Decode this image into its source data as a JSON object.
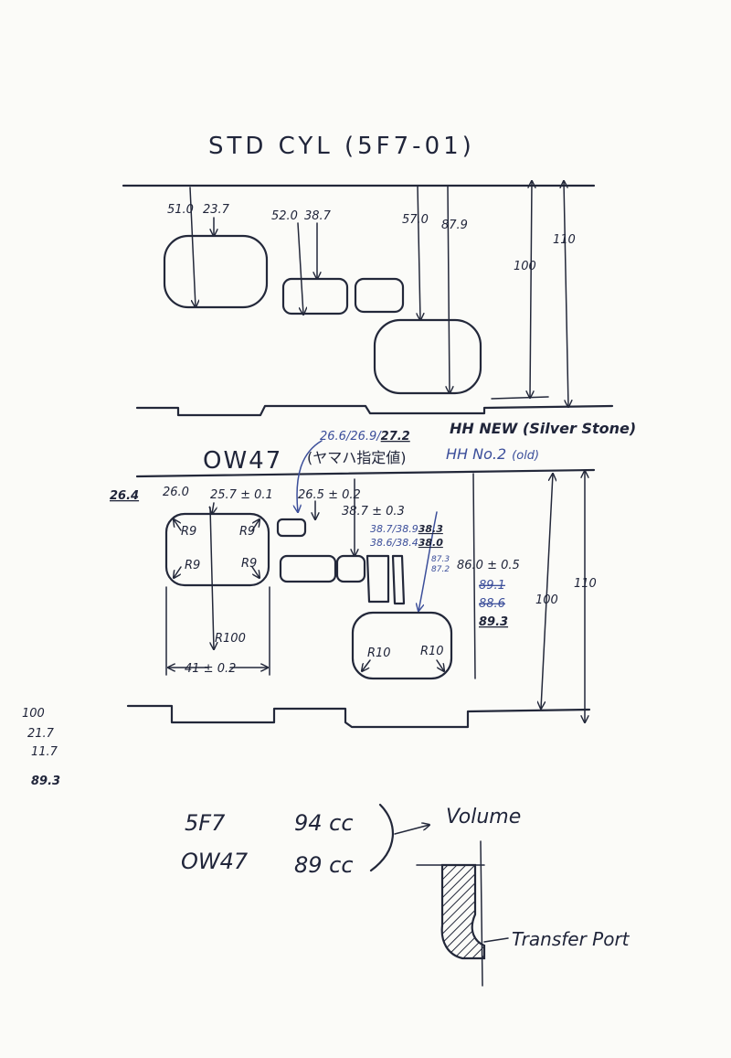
{
  "std": {
    "title": "STD CYL (5F7-01)",
    "dims": {
      "d1": "51.0",
      "d2": "23.7",
      "d3": "52.0",
      "d4": "38.7",
      "d5": "57.0",
      "d6": "87.9",
      "h100": "100",
      "h110": "110"
    }
  },
  "ow": {
    "title": "OW47",
    "note": "(ヤマハ指定値)",
    "hh_vals": "26.6/26.9/",
    "hh_bold": "27.2",
    "hh_new": "HH NEW (Silver Stone)",
    "hh_no2": "HH No.2",
    "hh_no2_sub": "(old)",
    "dims": {
      "v264": "26.4",
      "v260": "26.0",
      "v257": "25.7 ± 0.1",
      "v265": "26.5 ± 0.2",
      "v387": "38.7 ± 0.3",
      "b1": "38.7/38.9",
      "b1b": "38.3",
      "b2": "38.6/38.4",
      "b2b": "38.0",
      "s1": "87.3",
      "s2": "87.2",
      "v860": "86.0 ± 0.5",
      "v891": "89.1",
      "v886": "88.6",
      "v893": "89.3",
      "r9": "R9",
      "r100": "R100",
      "r10": "R10",
      "w41": "41 ± 0.2",
      "h100": "100",
      "h110": "110"
    }
  },
  "margin": [
    "100",
    "21.7",
    "11.7",
    "89.3"
  ],
  "volume": {
    "r1_code": "5F7",
    "r1_val": "94 cc",
    "r2_code": "OW47",
    "r2_val": "89 cc",
    "label": "Volume",
    "transfer": "Transfer Port"
  }
}
